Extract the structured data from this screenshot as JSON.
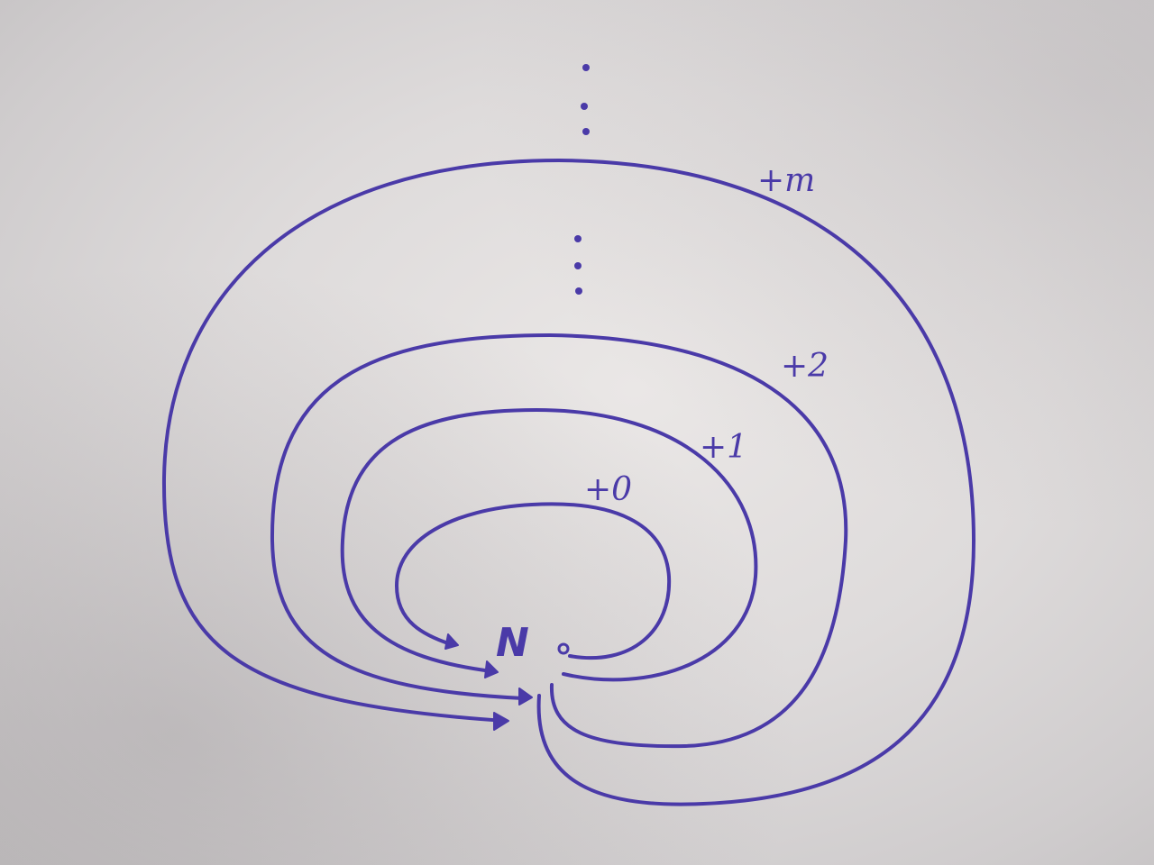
{
  "ink_color": "#4a3aa8",
  "node": {
    "label": "N"
  },
  "loops": [
    {
      "label": "+0"
    },
    {
      "label": "+1"
    },
    {
      "label": "+2"
    },
    {
      "label": "+m"
    }
  ],
  "continuation_marks": [
    "vertical-ellipsis",
    "vertical-ellipsis"
  ]
}
